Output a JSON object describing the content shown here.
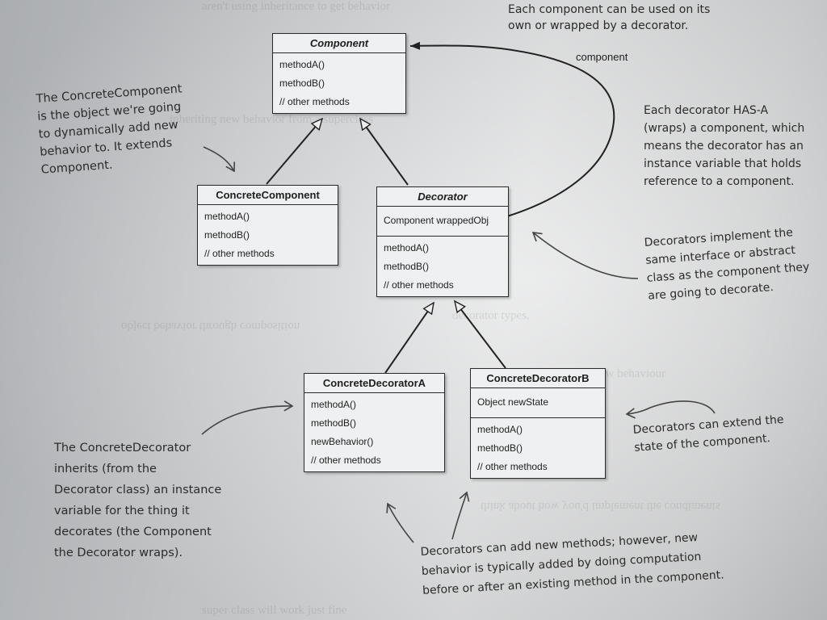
{
  "diagram": {
    "classes": {
      "component": {
        "name": "Component",
        "methods": [
          "methodA()",
          "methodB()",
          "// other methods"
        ]
      },
      "concrete_component": {
        "name": "ConcreteComponent",
        "methods": [
          "methodA()",
          "methodB()",
          "// other methods"
        ]
      },
      "decorator": {
        "name": "Decorator",
        "fields": [
          "Component wrappedObj"
        ],
        "methods": [
          "methodA()",
          "methodB()",
          "// other methods"
        ]
      },
      "concrete_decorator_a": {
        "name": "ConcreteDecoratorA",
        "methods": [
          "methodA()",
          "methodB()",
          "newBehavior()",
          "// other methods"
        ]
      },
      "concrete_decorator_b": {
        "name": "ConcreteDecoratorB",
        "fields": [
          "Object newState"
        ],
        "methods": [
          "methodA()",
          "methodB()",
          "// other methods"
        ]
      }
    },
    "edge_label": "component"
  },
  "annotations": {
    "top": [
      "Each component can be used on its",
      "own or wrapped by a decorator."
    ],
    "concrete_component": [
      "The ConcreteComponent",
      "is the object we're going",
      "to dynamically add new",
      "behavior to. It extends",
      "Component."
    ],
    "has_a": [
      "Each decorator HAS-A",
      "(wraps) a component, which",
      "means the decorator has an",
      "instance variable that holds",
      "reference to a component."
    ],
    "implement": [
      "Decorators implement the",
      "same interface or abstract",
      "class as the component they",
      "are going to decorate."
    ],
    "extend_state": [
      "Decorators can extend the",
      "state of the component."
    ],
    "concrete_decorator": [
      "The ConcreteDecorator",
      "inherits (from the",
      "Decorator class) an instance",
      "variable for the thing it",
      "decorates (the Component",
      "the Decorator wraps)."
    ],
    "new_methods": [
      "Decorators can add new methods; however, new",
      "behavior is typically added by doing computation",
      "before or after an existing method in the component."
    ]
  }
}
